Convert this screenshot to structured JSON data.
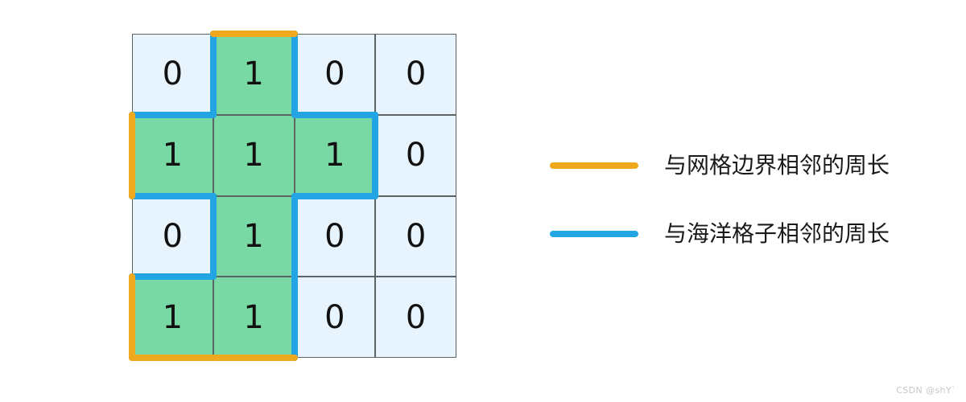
{
  "colors": {
    "boundary": "#efa91f",
    "ocean": "#23a5e3",
    "land_fill": "#78d9a4",
    "water_fill": "#e8f4fd",
    "cell_border": "#5e6366",
    "text": "#111111"
  },
  "chart_data": {
    "type": "heatmap",
    "title": "",
    "rows": 4,
    "cols": 4,
    "cell_size": 100.75,
    "origin": [
      164,
      42
    ],
    "categories": [
      "col0",
      "col1",
      "col2",
      "col3"
    ],
    "values": [
      [
        0,
        1,
        0,
        0
      ],
      [
        1,
        1,
        1,
        0
      ],
      [
        0,
        1,
        0,
        0
      ],
      [
        1,
        1,
        0,
        0
      ]
    ],
    "cell_labels": [
      [
        "0",
        "1",
        "0",
        "0"
      ],
      [
        "1",
        "1",
        "1",
        "0"
      ],
      [
        "0",
        "1",
        "0",
        "0"
      ],
      [
        "1",
        "1",
        "0",
        "0"
      ]
    ],
    "legend": [
      {
        "color": "#efa91f",
        "label": "与网格边界相邻的周长"
      },
      {
        "color": "#23a5e3",
        "label": "与海洋格子相邻的周长"
      }
    ],
    "legend_position": "right",
    "grid": true,
    "xlabel": "",
    "ylabel": "",
    "annotations": {
      "boundary_edges": [
        {
          "row": 0,
          "col": 1,
          "side": "top"
        },
        {
          "row": 1,
          "col": 0,
          "side": "left"
        },
        {
          "row": 3,
          "col": 0,
          "side": "left"
        },
        {
          "row": 3,
          "col": 0,
          "side": "bottom"
        },
        {
          "row": 3,
          "col": 1,
          "side": "bottom"
        }
      ],
      "ocean_edges": [
        {
          "row": 0,
          "col": 1,
          "side": "left"
        },
        {
          "row": 0,
          "col": 1,
          "side": "right"
        },
        {
          "row": 1,
          "col": 0,
          "side": "top"
        },
        {
          "row": 1,
          "col": 0,
          "side": "bottom"
        },
        {
          "row": 1,
          "col": 2,
          "side": "top"
        },
        {
          "row": 1,
          "col": 2,
          "side": "right"
        },
        {
          "row": 1,
          "col": 2,
          "side": "bottom"
        },
        {
          "row": 2,
          "col": 1,
          "side": "left"
        },
        {
          "row": 2,
          "col": 1,
          "side": "right"
        },
        {
          "row": 3,
          "col": 0,
          "side": "top"
        },
        {
          "row": 3,
          "col": 1,
          "side": "right"
        }
      ]
    }
  },
  "cells": [
    {
      "r": 0,
      "c": 0,
      "v": "0",
      "kind": "water"
    },
    {
      "r": 0,
      "c": 1,
      "v": "1",
      "kind": "land"
    },
    {
      "r": 0,
      "c": 2,
      "v": "0",
      "kind": "water"
    },
    {
      "r": 0,
      "c": 3,
      "v": "0",
      "kind": "water"
    },
    {
      "r": 1,
      "c": 0,
      "v": "1",
      "kind": "land"
    },
    {
      "r": 1,
      "c": 1,
      "v": "1",
      "kind": "land"
    },
    {
      "r": 1,
      "c": 2,
      "v": "1",
      "kind": "land"
    },
    {
      "r": 1,
      "c": 3,
      "v": "0",
      "kind": "water"
    },
    {
      "r": 2,
      "c": 0,
      "v": "0",
      "kind": "water"
    },
    {
      "r": 2,
      "c": 1,
      "v": "1",
      "kind": "land"
    },
    {
      "r": 2,
      "c": 2,
      "v": "0",
      "kind": "water"
    },
    {
      "r": 2,
      "c": 3,
      "v": "0",
      "kind": "water"
    },
    {
      "r": 3,
      "c": 0,
      "v": "1",
      "kind": "land"
    },
    {
      "r": 3,
      "c": 1,
      "v": "1",
      "kind": "land"
    },
    {
      "r": 3,
      "c": 2,
      "v": "0",
      "kind": "water"
    },
    {
      "r": 3,
      "c": 3,
      "v": "0",
      "kind": "water"
    }
  ],
  "edges": [
    {
      "r": 0,
      "c": 1,
      "side": "top",
      "type": "boundary"
    },
    {
      "r": 1,
      "c": 0,
      "side": "left",
      "type": "boundary"
    },
    {
      "r": 3,
      "c": 0,
      "side": "left",
      "type": "boundary"
    },
    {
      "r": 3,
      "c": 0,
      "side": "bottom",
      "type": "boundary"
    },
    {
      "r": 3,
      "c": 1,
      "side": "bottom",
      "type": "boundary"
    },
    {
      "r": 0,
      "c": 1,
      "side": "left",
      "type": "ocean"
    },
    {
      "r": 0,
      "c": 1,
      "side": "right",
      "type": "ocean"
    },
    {
      "r": 1,
      "c": 0,
      "side": "top",
      "type": "ocean"
    },
    {
      "r": 1,
      "c": 0,
      "side": "bottom",
      "type": "ocean"
    },
    {
      "r": 1,
      "c": 2,
      "side": "top",
      "type": "ocean"
    },
    {
      "r": 1,
      "c": 2,
      "side": "right",
      "type": "ocean"
    },
    {
      "r": 1,
      "c": 2,
      "side": "bottom",
      "type": "ocean"
    },
    {
      "r": 2,
      "c": 1,
      "side": "left",
      "type": "ocean"
    },
    {
      "r": 2,
      "c": 1,
      "side": "right",
      "type": "ocean"
    },
    {
      "r": 3,
      "c": 0,
      "side": "top",
      "type": "ocean"
    },
    {
      "r": 3,
      "c": 1,
      "side": "right",
      "type": "ocean"
    }
  ],
  "legend": {
    "items": [
      {
        "swatch": "boundary",
        "label": "与网格边界相邻的周长"
      },
      {
        "swatch": "ocean",
        "label": "与海洋格子相邻的周长"
      }
    ]
  },
  "watermark": {
    "text": "CSDN @shY`"
  }
}
